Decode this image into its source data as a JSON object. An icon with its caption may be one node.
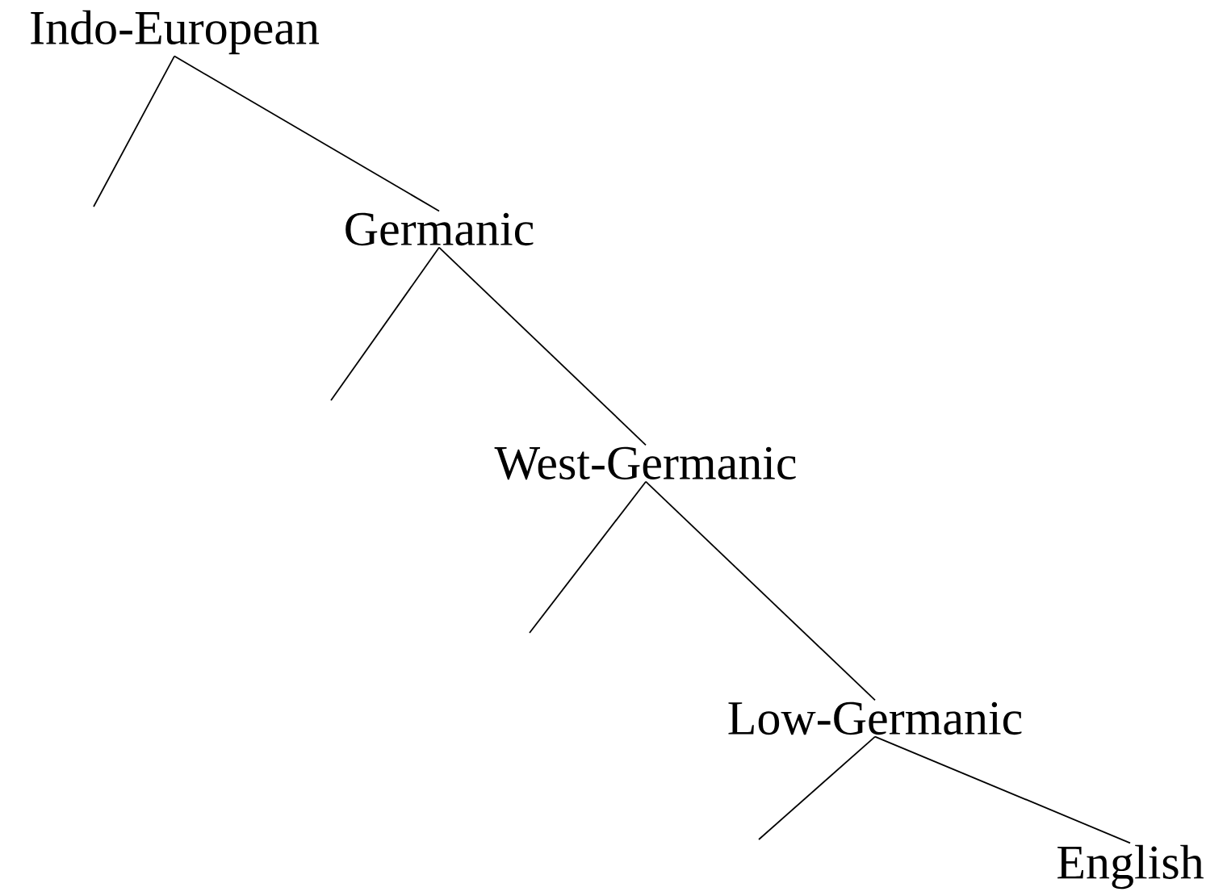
{
  "diagram": {
    "nodes": [
      {
        "text": [
          "Indo-European"
        ]
      },
      {
        "text": [
          "Germanic"
        ]
      },
      {
        "text": [
          "West-Germanic"
        ]
      },
      {
        "text": [
          "Low-Germanic"
        ]
      },
      {
        "text": [
          "English"
        ]
      }
    ],
    "edges": [
      {
        "from": 0,
        "to": null,
        "arrow": "none"
      },
      {
        "from": 0,
        "to": 1,
        "arrow": "none"
      },
      {
        "from": 1,
        "to": null,
        "arrow": "none"
      },
      {
        "from": 1,
        "to": 2,
        "arrow": "none"
      },
      {
        "from": 2,
        "to": null,
        "arrow": "none"
      },
      {
        "from": 2,
        "to": 3,
        "arrow": "none"
      },
      {
        "from": 3,
        "to": null,
        "arrow": "none"
      },
      {
        "from": 3,
        "to": 4,
        "arrow": "none"
      }
    ]
  }
}
